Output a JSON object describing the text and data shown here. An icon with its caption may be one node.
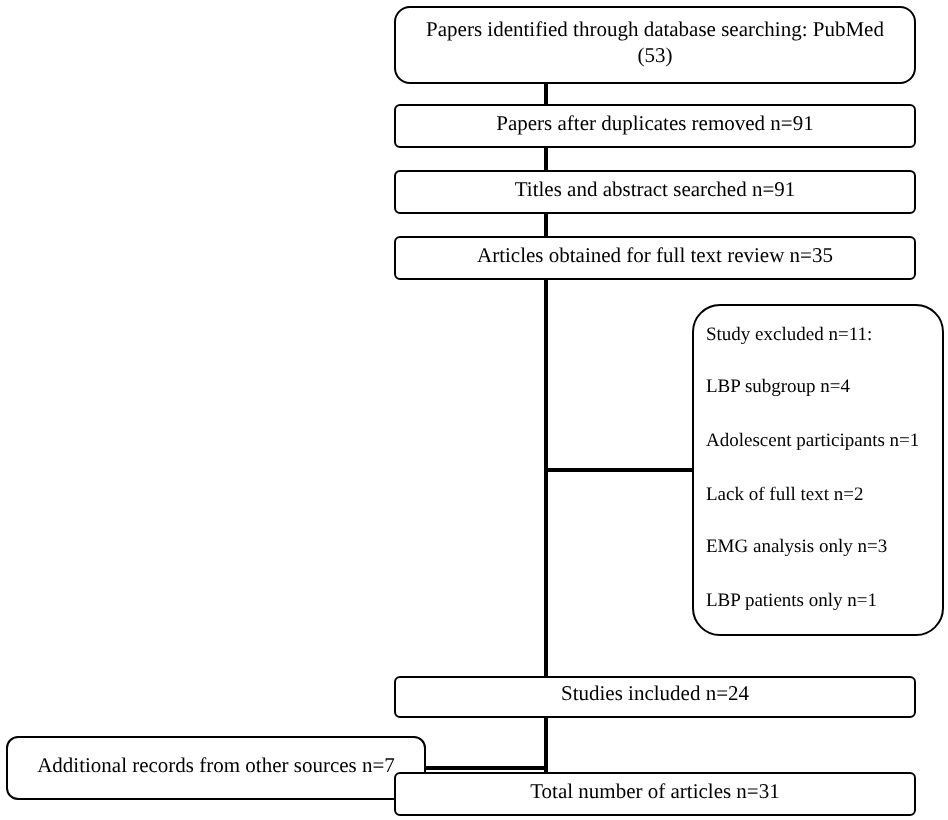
{
  "diagram": {
    "nodes": [
      {
        "text": [
          "Papers identified through database searching: PubMed (53)"
        ]
      },
      {
        "text": [
          "Papers after duplicates removed n=91"
        ]
      },
      {
        "text": [
          "Titles and abstract searched n=91"
        ]
      },
      {
        "text": [
          "Articles obtained for full text review n=35"
        ]
      },
      {
        "text": [
          "Study excluded n=11:",
          "LBP subgroup n=4",
          "Adolescent participants n=1",
          "Lack of full text n=2",
          "EMG analysis only n=3",
          "LBP patients only n=1"
        ]
      },
      {
        "text": [
          "Studies included n=24"
        ]
      },
      {
        "text": [
          "Additional records from other sources n=7"
        ]
      },
      {
        "text": [
          "Total number of articles n=31"
        ]
      }
    ],
    "edges": [
      {
        "from": 0,
        "to": 1,
        "arrow": "none"
      },
      {
        "from": 1,
        "to": 2,
        "arrow": "none"
      },
      {
        "from": 2,
        "to": 3,
        "arrow": "none"
      },
      {
        "from": 3,
        "to": 4,
        "arrow": "none"
      },
      {
        "from": 3,
        "to": 5,
        "arrow": "none"
      },
      {
        "from": 5,
        "to": 7,
        "arrow": "none"
      },
      {
        "from": 6,
        "to": 7,
        "arrow": "none"
      }
    ]
  }
}
